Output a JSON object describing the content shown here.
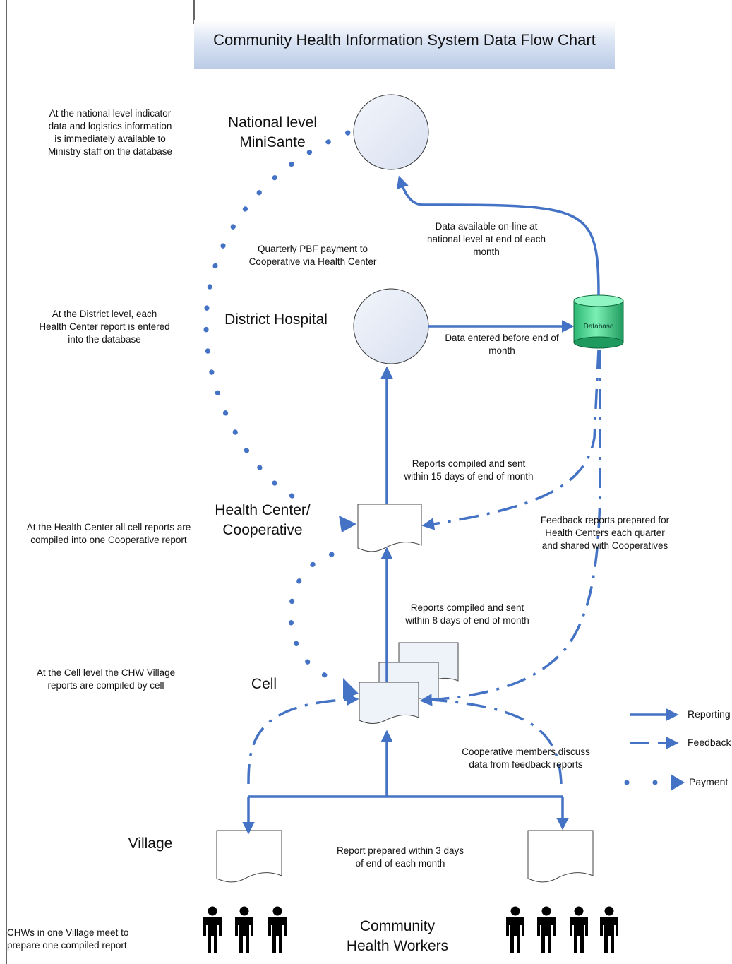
{
  "title": "Community Health Information System Data Flow Chart",
  "levels": {
    "national": "National level\nMiniSante",
    "district": "District Hospital",
    "health_center": "Health Center/\nCooperative",
    "cell": "Cell",
    "village": "Village",
    "chw": "Community\nHealth Workers"
  },
  "notes": {
    "national_left": "At the national level indicator\ndata and logistics information\nis immediately available to\nMinistry staff on the database",
    "district_left": "At the District level, each\nHealth Center report is entered\ninto the database",
    "health_center_left": "At the Health Center all cell reports are\ncompiled into one Cooperative report",
    "cell_left": "At the Cell level the CHW Village\nreports are compiled by cell",
    "chw_left": "CHWs in one Village meet to\nprepare one compiled report",
    "data_online": "Data available on-line at\nnational level at end of each\nmonth",
    "pbf_payment": "Quarterly PBF payment to\nCooperative via Health Center",
    "data_entered": "Data entered before end of\nmonth",
    "reports_15": "Reports compiled and sent\nwithin 15 days of end of month",
    "feedback_reports": "Feedback reports prepared for\nHealth Centers each quarter\nand shared with Cooperatives",
    "reports_8": "Reports compiled and sent\nwithin 8 days of end of month",
    "coop_discuss": "Cooperative members discuss\ndata from feedback reports",
    "report_3": "Report prepared within 3 days\nof end of each month"
  },
  "database_label": "Database",
  "legend": {
    "reporting": "Reporting",
    "feedback": "Feedback",
    "payment": "Payment"
  },
  "colors": {
    "flow": "#4472c4",
    "circle_fill": "#e6ebf5",
    "doc_fill": "#eef2f9",
    "db_fill": "#3dd38a",
    "title_fill": "#c5d3ea"
  }
}
